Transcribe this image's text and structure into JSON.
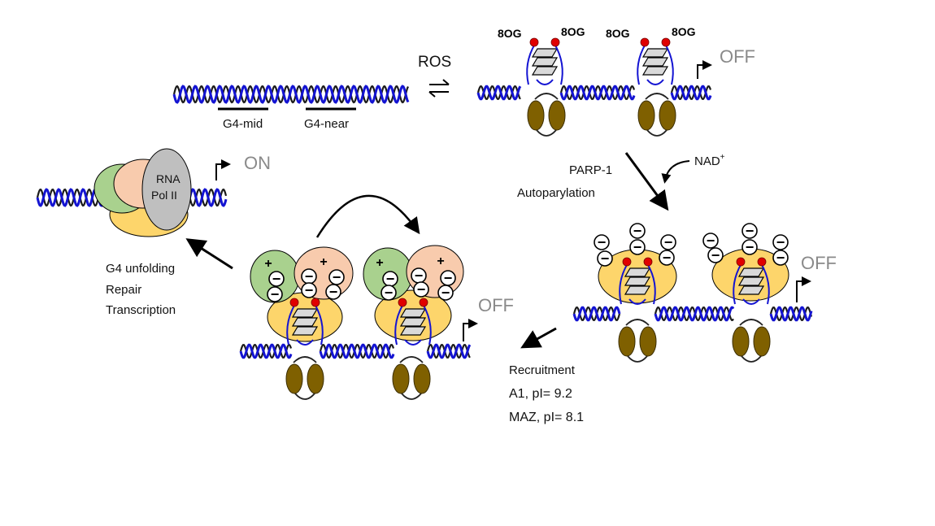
{
  "labels": {
    "ros": "ROS",
    "g4_mid": "G4-mid",
    "g4_near": "G4-near",
    "og": "8OG",
    "off": "OFF",
    "on": "ON",
    "rna_pol_line1": "RNA",
    "rna_pol_line2": "Pol II",
    "parp_line1": "PARP-1",
    "parp_line2": "Autoparylation",
    "nad": "NAD",
    "nad_sup": "+",
    "recruit_line1": "Recruitment",
    "recruit_line2": "A1, pI= 9.2",
    "recruit_line3": "MAZ, pI= 8.1",
    "unfold_line1": "G4 unfolding",
    "unfold_line2": "Repair",
    "unfold_line3": "Transcription",
    "minus": "−",
    "plus": "+"
  },
  "colors": {
    "dna_blue": "#1414d2",
    "dna_dark": "#1a1a1a",
    "parp_yellow": "#fdd56b",
    "a1_green": "#a9d18e",
    "maz_peach": "#f8cbad",
    "pol_gray": "#bfbfbf",
    "dbd_brown": "#7f6000",
    "og_red": "#e00000",
    "state_gray": "#8a8a8a"
  }
}
